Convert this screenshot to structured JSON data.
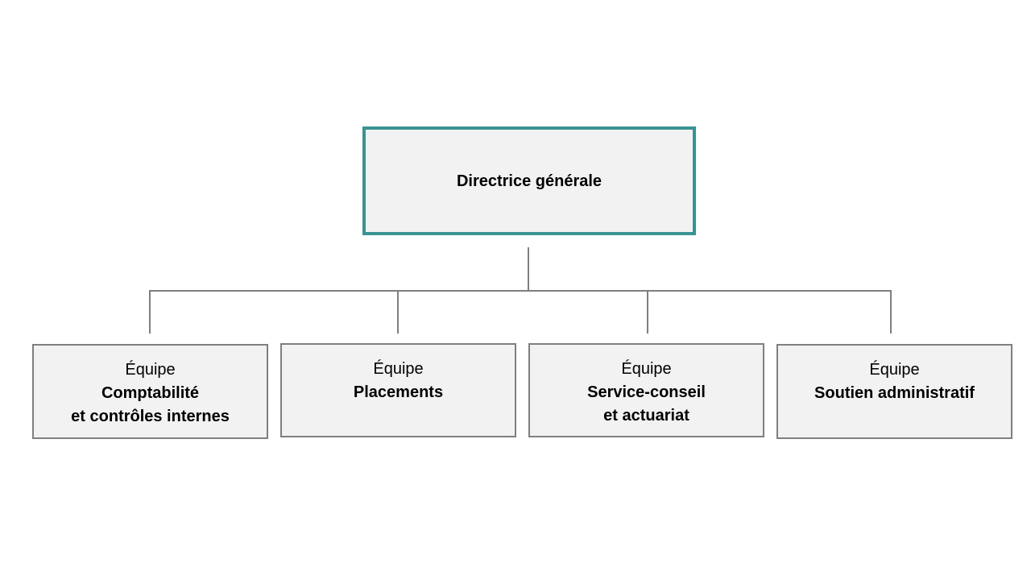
{
  "root": {
    "title": "Directrice générale"
  },
  "teams": [
    {
      "prefix": "Équipe",
      "line1": "Comptabilité",
      "line2": "et contrôles internes"
    },
    {
      "prefix": "Équipe",
      "line1": "Placements",
      "line2": ""
    },
    {
      "prefix": "Équipe",
      "line1": "Service-conseil",
      "line2": "et actuariat"
    },
    {
      "prefix": "Équipe",
      "line1": "Soutien administratif",
      "line2": ""
    }
  ],
  "colors": {
    "root_border": "#3a9393",
    "box_fill": "#f2f2f2",
    "team_border": "#7f7f7f",
    "connector": "#7f7f7f"
  }
}
